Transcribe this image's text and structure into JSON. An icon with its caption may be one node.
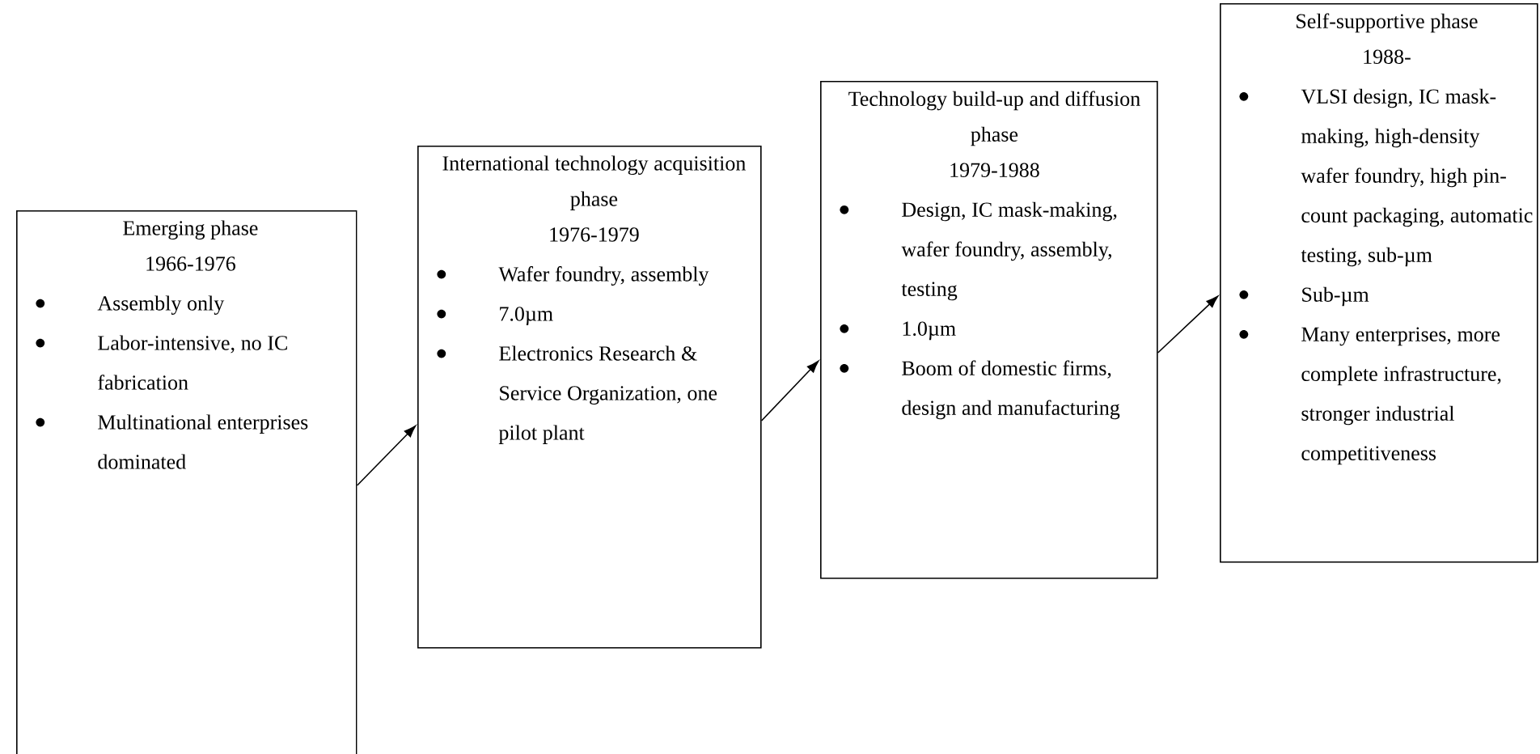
{
  "diagram": {
    "nodes": [
      {
        "text": [
          "Emerging phase",
          "1966-1976",
          "Assembly only",
          "Labor-intensive, no IC fabrication",
          "Multinational enterprises dominated"
        ]
      },
      {
        "text": [
          "International technology acquisition phase",
          "1976-1979",
          "Wafer foundry, assembly",
          "7.0µm",
          "Electronics Research & Service Organization, one pilot plant"
        ]
      },
      {
        "text": [
          "Technology build-up and diffusion phase",
          "1979-1988",
          "Design, IC mask-making, wafer foundry, assembly, testing",
          "1.0µm",
          "Boom of domestic firms, design and manufacturing"
        ]
      },
      {
        "text": [
          "Self-supportive phase",
          "1988-",
          "VLSI design, IC mask-making, high-density wafer foundry, high pin-count packaging, automatic testing, sub-µm",
          "Sub-µm",
          "Many enterprises, more complete infrastructure, stronger industrial competitiveness"
        ]
      }
    ],
    "edges": [
      {
        "from": 0,
        "to": 1,
        "arrow": "to"
      },
      {
        "from": 1,
        "to": 2,
        "arrow": "to"
      },
      {
        "from": 2,
        "to": 3,
        "arrow": "to"
      }
    ]
  }
}
